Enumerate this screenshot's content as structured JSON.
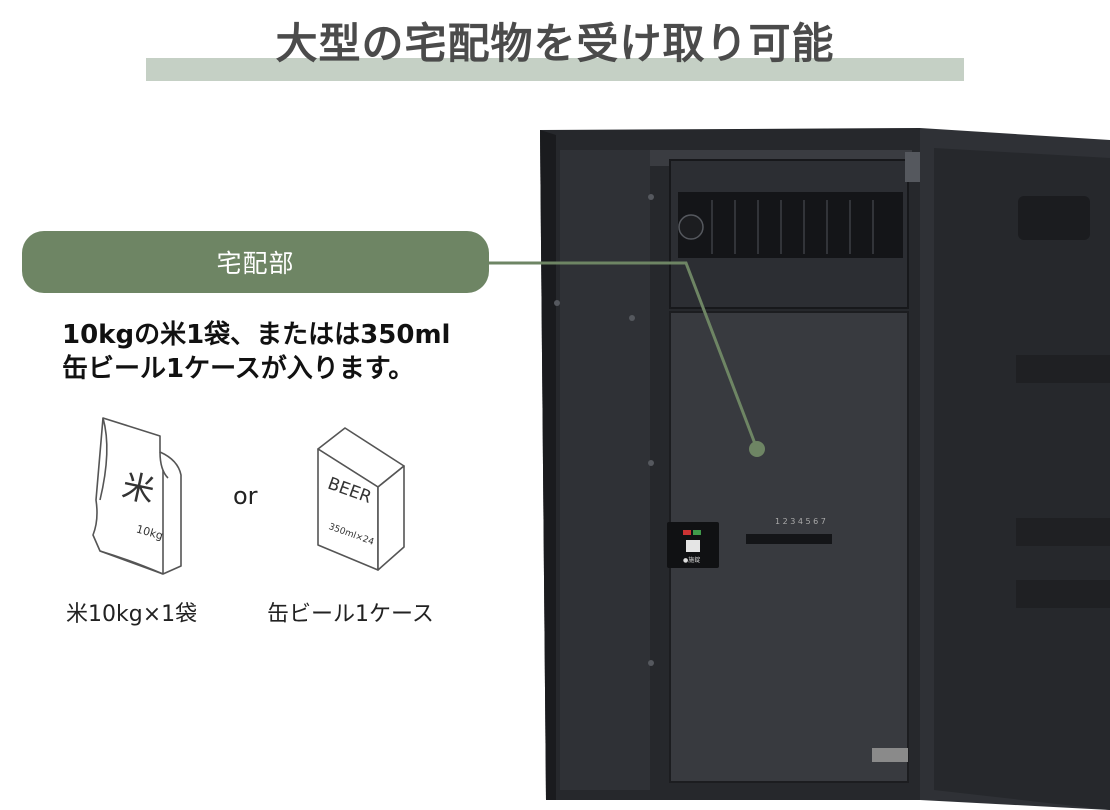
{
  "header": {
    "title": "大型の宅配物を受け取り可能"
  },
  "callout": {
    "label": "宅配部",
    "description_line1": "10kgの米1袋、またはは350ml",
    "description_line2": "缶ビール1ケースが入ります。"
  },
  "illustrations": {
    "rice": {
      "icon_text": "米",
      "weight_text": "10kg",
      "caption": "米10kg×1袋"
    },
    "separator": "or",
    "beer": {
      "box_text": "BEER",
      "side_text": "350ml×24",
      "caption": "缶ビール1ケース"
    }
  },
  "product": {
    "dial_numbers": "1 2 3 4 5 6 7",
    "lock_label": "●施錠"
  },
  "colors": {
    "accent_green": "#6e8564",
    "title_band": "#c5d0c5",
    "cabinet": "#2f3136"
  }
}
